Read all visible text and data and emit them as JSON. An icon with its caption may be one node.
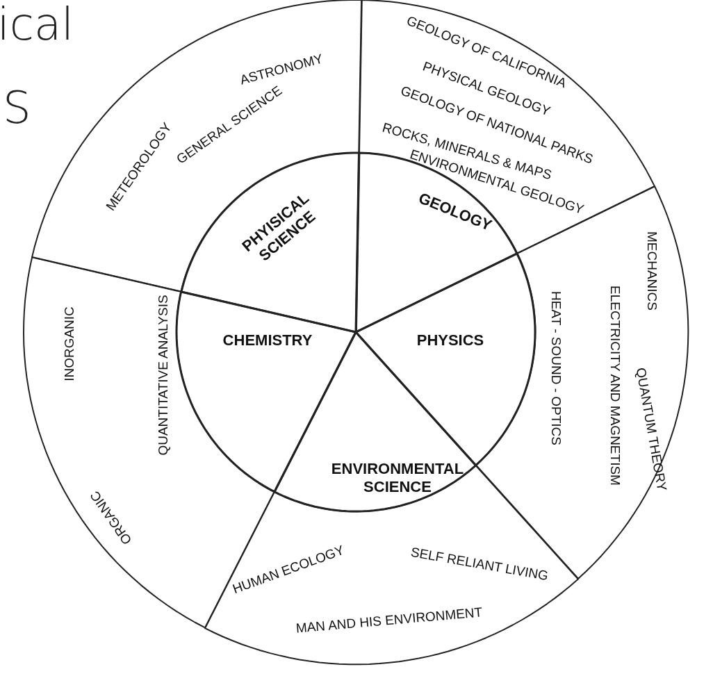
{
  "diagram": {
    "nodes": [
      {
        "text": [
          "ASTRONOMY",
          "METEOROLOGY",
          "GENERAL SCIENCE"
        ]
      },
      {
        "text": [
          "GEOLOGY OF CALIFORNIA",
          "PHYSICAL GEOLOGY",
          "GEOLOGY OF NATIONAL PARKS",
          "ROCKS, MINERALS & MAPS",
          "ENVIRONMENTAL GEOLOGY"
        ]
      },
      {
        "text": [
          "PHYISICAL SCIENCE"
        ]
      },
      {
        "text": [
          "GEOLOGY"
        ]
      },
      {
        "text": [
          "MECHANICS",
          "ELECTRICITY AND MAGNETISM",
          "HEAT - SOUND - OPTICS",
          "QUANTUM THEORY"
        ]
      },
      {
        "text": [
          "INORGANIC",
          "QUANTITATIVE ANALYSIS",
          "ORGANIC"
        ]
      },
      {
        "text": [
          "CHEMISTRY"
        ]
      },
      {
        "text": [
          "PHYSICS"
        ]
      },
      {
        "text": [
          "ENVIRONMENTAL SCIENCE"
        ]
      },
      {
        "text": [
          "HUMAN ECOLOGY",
          "SELF RELIANT LIVING",
          "MAN AND HIS ENVIRONMENT"
        ]
      }
    ],
    "labels": [
      "ical",
      "S"
    ]
  }
}
